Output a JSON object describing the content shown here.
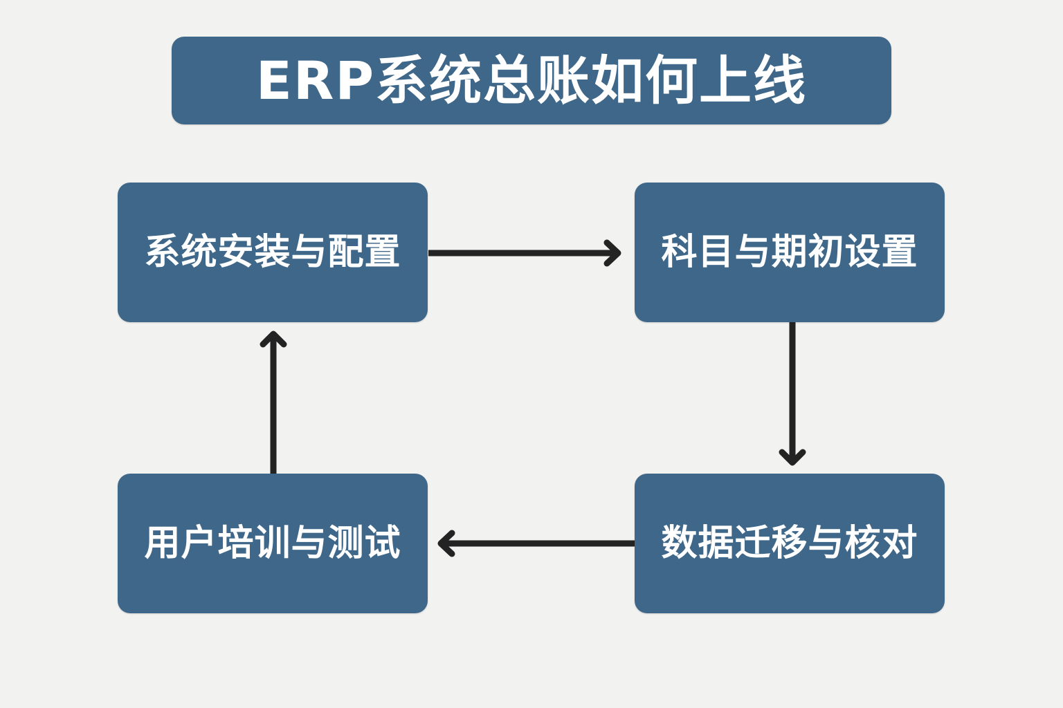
{
  "title": "ERP系统总账如何上线",
  "colors": {
    "background": "#f2f2f1",
    "node_fill": "#3f6789",
    "text": "#ffffff",
    "arrow": "#232323"
  },
  "nodes": [
    {
      "id": "node-1",
      "label": "系统安装与配置"
    },
    {
      "id": "node-2",
      "label": "科目与期初设置"
    },
    {
      "id": "node-3",
      "label": "数据迁移与核对"
    },
    {
      "id": "node-4",
      "label": "用户培训与测试"
    }
  ],
  "edges": [
    {
      "from": "系统安装与配置",
      "to": "科目与期初设置"
    },
    {
      "from": "科目与期初设置",
      "to": "数据迁移与核对"
    },
    {
      "from": "数据迁移与核对",
      "to": "用户培训与测试"
    },
    {
      "from": "用户培训与测试",
      "to": "系统安装与配置"
    }
  ]
}
